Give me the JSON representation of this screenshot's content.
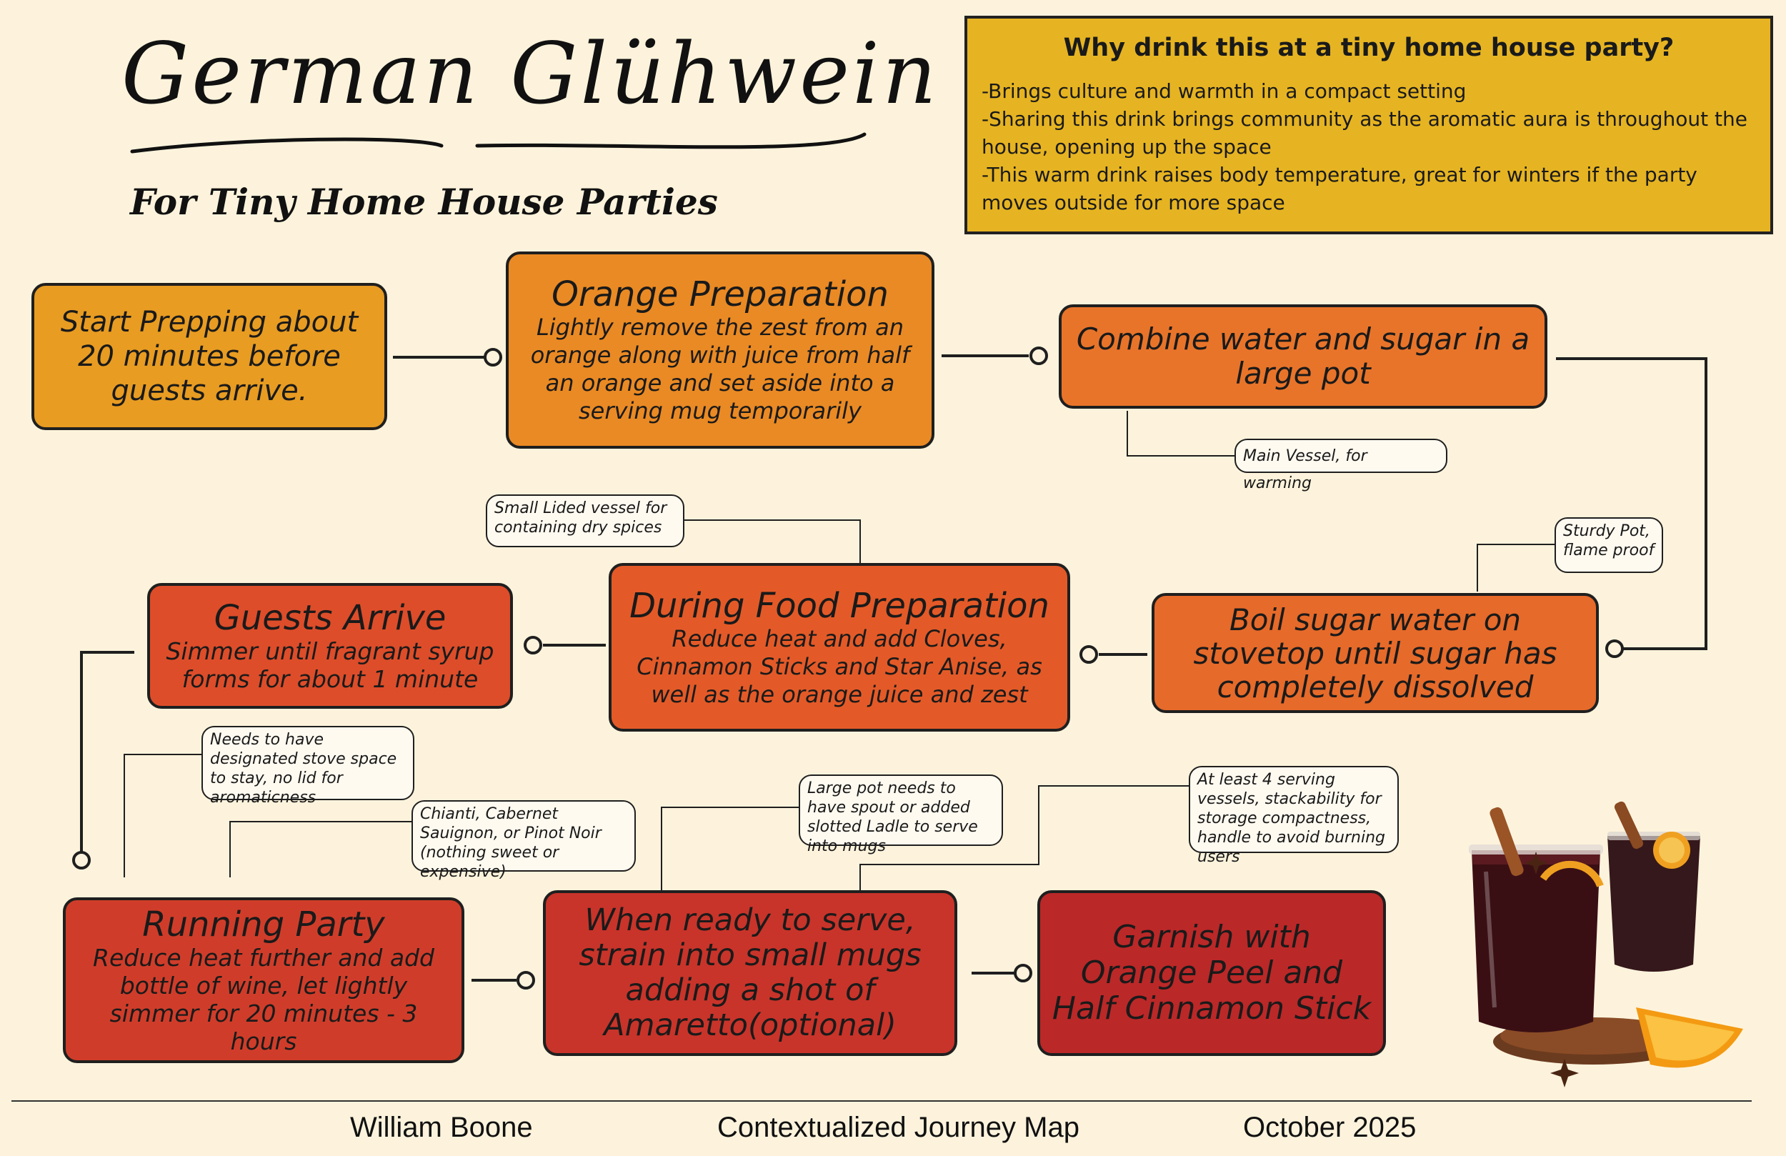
{
  "header": {
    "title": "German Glühwein",
    "subtitle": "For Tiny Home House Parties"
  },
  "why": {
    "title": "Why drink this at a tiny home house party?",
    "points": [
      "-Brings culture and warmth in a compact setting",
      "-Sharing this drink brings community as the aromatic aura is throughout the house, opening up the space",
      "-This warm drink raises body temperature, great for winters if the party moves outside for more space"
    ]
  },
  "steps": {
    "start": {
      "text": "Start Prepping about 20 minutes before guests arrive."
    },
    "orange": {
      "title": "Orange Preparation",
      "desc": "Lightly remove the zest from an orange along with juice from half an orange and set aside into a serving mug temporarily"
    },
    "combine": {
      "text": "Combine water and sugar in a large pot"
    },
    "boil": {
      "text": "Boil sugar water on stovetop until sugar has completely dissolved"
    },
    "during": {
      "title": "During Food Preparation",
      "desc": "Reduce heat and add Cloves, Cinnamon Sticks and Star Anise, as well as the orange juice and zest"
    },
    "guests": {
      "title": "Guests Arrive",
      "desc": "Simmer until fragrant syrup forms for about 1 minute"
    },
    "running": {
      "title": "Running Party",
      "desc": "Reduce heat further and add bottle of wine, let lightly simmer for 20 minutes - 3 hours"
    },
    "serve": {
      "text": "When ready to serve, strain into small mugs adding a shot of Amaretto(optional)"
    },
    "garnish": {
      "text": "Garnish with Orange Peel and Half Cinnamon Stick"
    }
  },
  "notes": {
    "main_vessel": "Main Vessel, for warming",
    "sturdy_pot": "Sturdy Pot, flame proof",
    "lided_vessel": "Small Lided vessel for containing dry spices",
    "stove_space": "Needs to have designated stove space to stay, no lid for aromaticness",
    "wine": "Chianti, Cabernet Sauignon, or Pinot Noir (nothing sweet or expensive)",
    "ladle": "Large pot needs to have spout or added slotted Ladle to serve into mugs",
    "serving_vessels": "At least 4 serving vessels, stackability for storage compactness, handle to avoid burning users"
  },
  "footer": {
    "author": "William Boone",
    "project": "Contextualized Journey Map",
    "date": "October 2025"
  },
  "colors": {
    "background": "#fdf3dc",
    "why_box": "#e6b422",
    "start": "#e89c22",
    "orange": "#ea8a24",
    "combine": "#e8742a",
    "boil": "#e66a2a",
    "during": "#e35a28",
    "guests": "#dd4d2a",
    "running": "#cf3d2a",
    "serve": "#c8342a",
    "garnish": "#bb2828",
    "line": "#1f1f1f"
  },
  "image": {
    "icon": "mulled-wine-glasses-icon"
  }
}
